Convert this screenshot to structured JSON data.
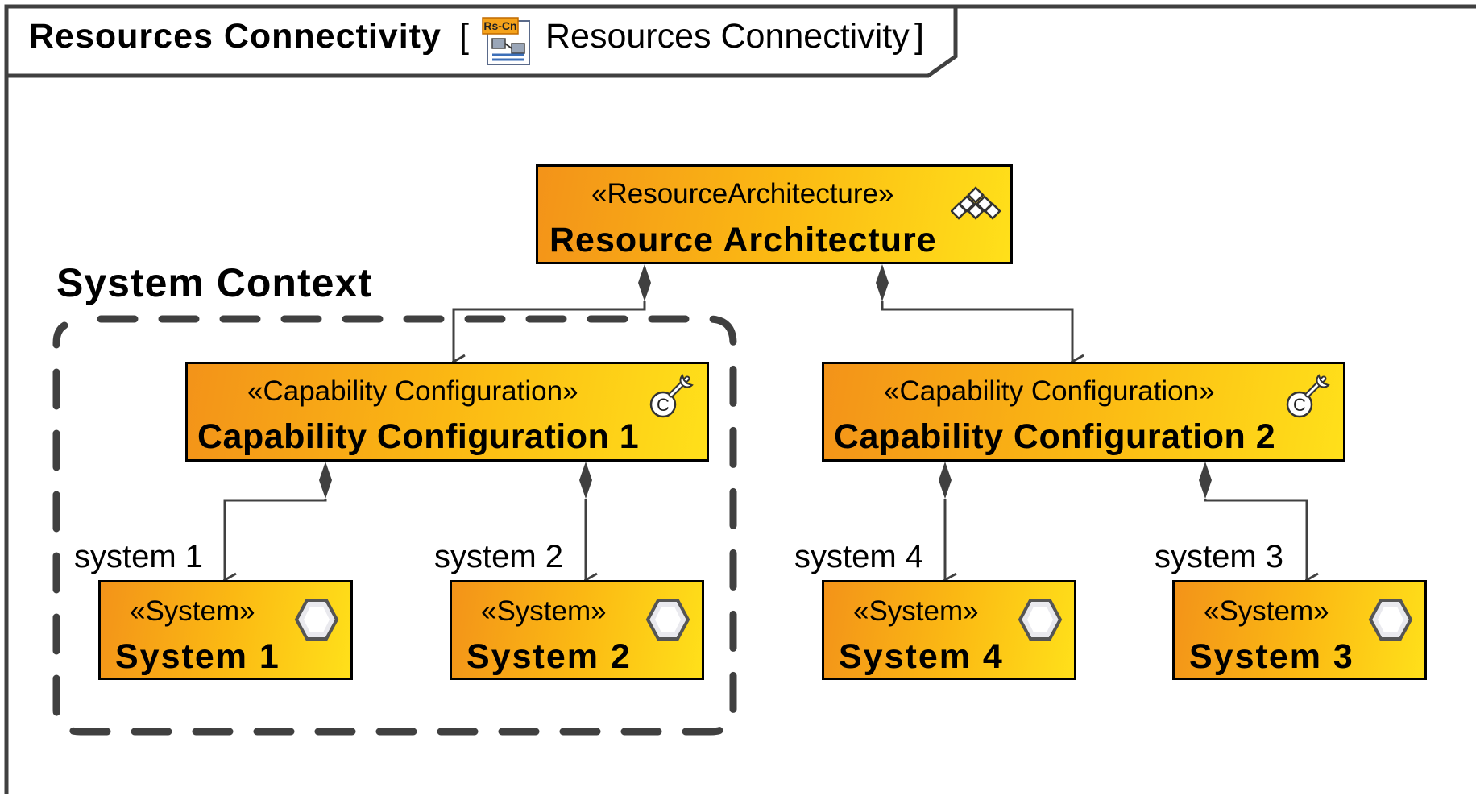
{
  "frame": {
    "name": "Resources Connectivity",
    "open_bracket": "[",
    "diagram_name": "Resources Connectivity",
    "close_bracket": "]",
    "icon_label": "Rs-Cn",
    "icon": "resources-connectivity-diagram-icon"
  },
  "context": {
    "label": "System Context"
  },
  "blocks": {
    "resource_architecture": {
      "stereotype": "«ResourceArchitecture»",
      "name": "Resource Architecture",
      "icon": "resource-architecture-icon"
    },
    "cc1": {
      "stereotype": "«Capability Configuration»",
      "name": "Capability Configuration 1",
      "icon": "capability-configuration-icon"
    },
    "cc2": {
      "stereotype": "«Capability Configuration»",
      "name": "Capability Configuration 2",
      "icon": "capability-configuration-icon"
    },
    "system1": {
      "stereotype": "«System»",
      "name": "System 1",
      "role": "system 1",
      "icon": "system-hexagon-icon"
    },
    "system2": {
      "stereotype": "«System»",
      "name": "System 2",
      "role": "system 2",
      "icon": "system-hexagon-icon"
    },
    "system4": {
      "stereotype": "«System»",
      "name": "System 4",
      "role": "system 4",
      "icon": "system-hexagon-icon"
    },
    "system3": {
      "stereotype": "«System»",
      "name": "System 3",
      "role": "system 3",
      "icon": "system-hexagon-icon"
    }
  },
  "colors": {
    "block_gradient_start": "#f39319",
    "block_gradient_mid": "#fbb813",
    "block_gradient_end": "#ffe01a",
    "connector": "#404040",
    "context_dash": "#404040"
  }
}
